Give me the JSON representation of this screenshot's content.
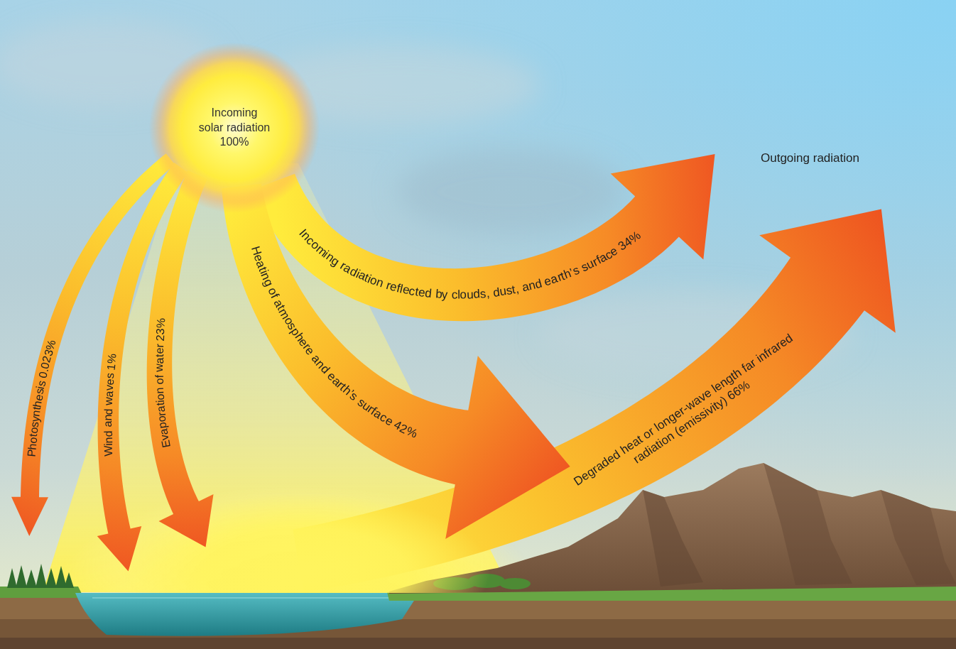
{
  "diagram": {
    "nodes": [
      {
        "text": [
          "Incoming solar radiation 100%"
        ]
      }
    ],
    "labels": [
      "Outgoing radiation",
      "Photosynthesis 0.023%",
      "Wind and waves 1%",
      "Evaporation of water 23%",
      "Heating of atmosphere and earth’s surface 42%",
      "Incoming radiation reflected by clouds, dust, and earth’s surface 34%",
      "Degraded heat or longer-wave length far infrared radiation (emissivity) 66%"
    ]
  }
}
